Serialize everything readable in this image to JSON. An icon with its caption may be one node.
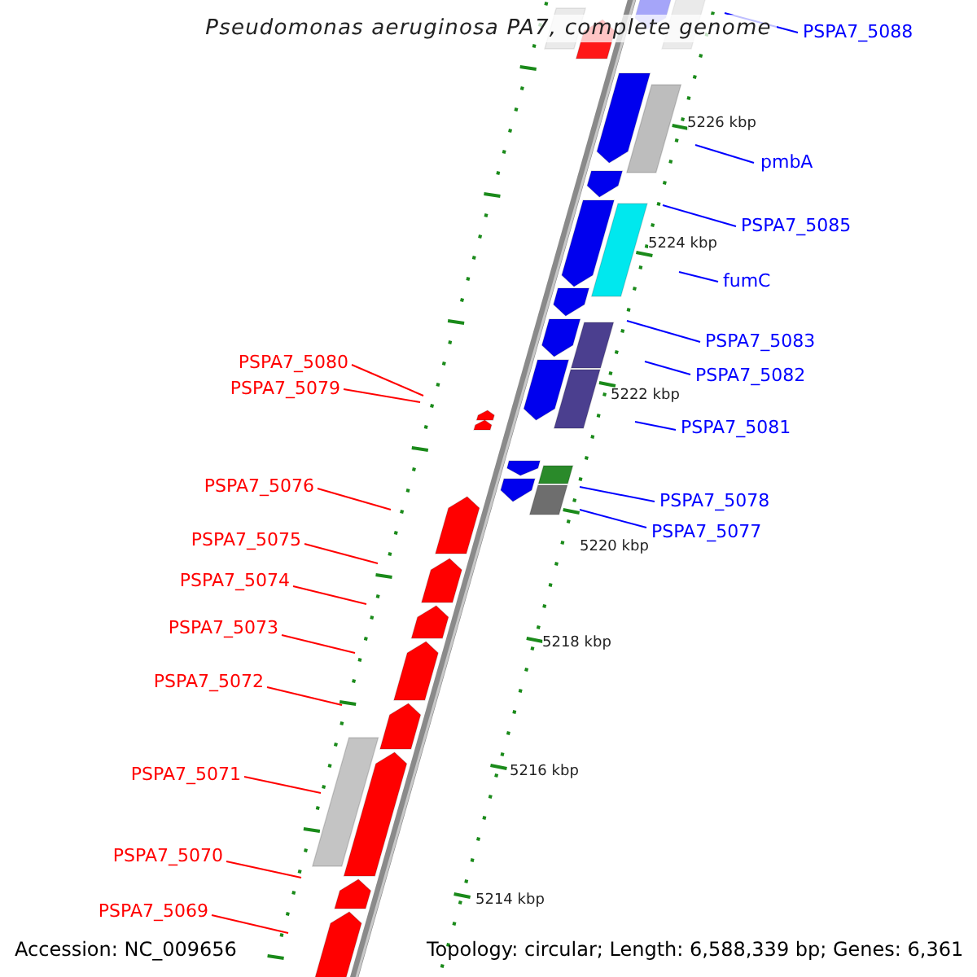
{
  "diagram": {
    "title": "Pseudomonas aeruginosa PA7, complete genome",
    "nodes": [
      {
        "text": [
          "PSPA7_5088"
        ]
      },
      {
        "text": [
          "pmbA"
        ]
      },
      {
        "text": [
          "PSPA7_5085"
        ]
      },
      {
        "text": [
          "fumC"
        ]
      },
      {
        "text": [
          "PSPA7_5083"
        ]
      },
      {
        "text": [
          "PSPA7_5080"
        ]
      },
      {
        "text": [
          "PSPA7_5082"
        ]
      },
      {
        "text": [
          "PSPA7_5079"
        ]
      },
      {
        "text": [
          "PSPA7_5081"
        ]
      },
      {
        "text": [
          "PSPA7_5076"
        ]
      },
      {
        "text": [
          "PSPA7_5078"
        ]
      },
      {
        "text": [
          "PSPA7_5077"
        ]
      },
      {
        "text": [
          "PSPA7_5075"
        ]
      },
      {
        "text": [
          "PSPA7_5074"
        ]
      },
      {
        "text": [
          "PSPA7_5073"
        ]
      },
      {
        "text": [
          "PSPA7_5072"
        ]
      },
      {
        "text": [
          "PSPA7_5071"
        ]
      },
      {
        "text": [
          "PSPA7_5070"
        ]
      },
      {
        "text": [
          "PSPA7_5069"
        ]
      }
    ],
    "edges": [
      {
        "from": 0,
        "to": null,
        "arrow": "none",
        "color": "#0000ff"
      },
      {
        "from": 1,
        "to": null,
        "arrow": "none",
        "color": "#0000ff"
      },
      {
        "from": 2,
        "to": null,
        "arrow": "none",
        "color": "#0000ff"
      },
      {
        "from": 3,
        "to": null,
        "arrow": "none",
        "color": "#0000ff"
      },
      {
        "from": 4,
        "to": null,
        "arrow": "none",
        "color": "#0000ff"
      },
      {
        "from": 5,
        "to": null,
        "arrow": "none"
      },
      {
        "from": 6,
        "to": null,
        "arrow": "none",
        "color": "#0000ff"
      },
      {
        "from": 7,
        "to": null,
        "arrow": "none"
      },
      {
        "from": 8,
        "to": null,
        "arrow": "none",
        "color": "#0000ff"
      },
      {
        "from": 9,
        "to": null,
        "arrow": "none"
      },
      {
        "from": 10,
        "to": null,
        "arrow": "none",
        "color": "#0000ff"
      },
      {
        "from": 11,
        "to": null,
        "arrow": "none",
        "color": "#0000ff"
      },
      {
        "from": 12,
        "to": null,
        "arrow": "none"
      },
      {
        "from": 13,
        "to": null,
        "arrow": "none"
      },
      {
        "from": 14,
        "to": null,
        "arrow": "none"
      },
      {
        "from": 15,
        "to": null,
        "arrow": "none"
      },
      {
        "from": 16,
        "to": null,
        "arrow": "none"
      },
      {
        "from": 17,
        "to": null,
        "arrow": "none"
      },
      {
        "from": 18,
        "to": null,
        "arrow": "none"
      }
    ],
    "labels": [
      "5226 kbp",
      "5224 kbp",
      "5222 kbp",
      "5220 kbp",
      "5218 kbp",
      "5216 kbp",
      "5214 kbp",
      "Accession: NC_009656",
      "Topology: circular; Length: 6,588,339 bp; Genes: 6,361"
    ]
  }
}
